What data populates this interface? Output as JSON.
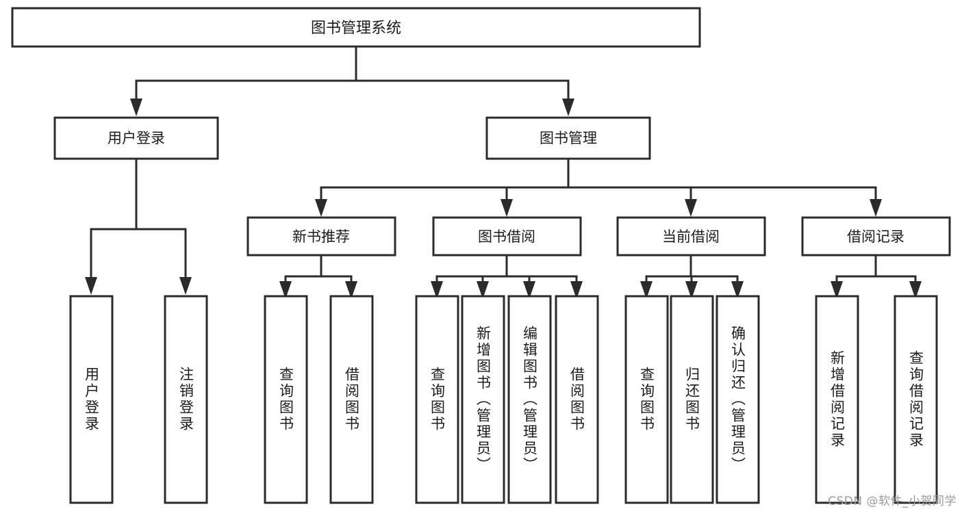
{
  "diagram": {
    "type": "tree-hierarchy",
    "title": "图书管理系统",
    "root": {
      "id": "root",
      "label": "图书管理系统",
      "orientation": "horizontal"
    },
    "level1": [
      {
        "id": "user-login",
        "label": "用户登录",
        "orientation": "horizontal"
      },
      {
        "id": "book-manage",
        "label": "图书管理",
        "orientation": "horizontal"
      }
    ],
    "level2": [
      {
        "id": "new-book-recommend",
        "label": "新书推荐",
        "parent": "book-manage",
        "orientation": "horizontal"
      },
      {
        "id": "book-borrow",
        "label": "图书借阅",
        "parent": "book-manage",
        "orientation": "horizontal"
      },
      {
        "id": "current-borrow",
        "label": "当前借阅",
        "parent": "book-manage",
        "orientation": "horizontal"
      },
      {
        "id": "borrow-record",
        "label": "借阅记录",
        "parent": "book-manage",
        "orientation": "horizontal"
      }
    ],
    "leaves": [
      {
        "id": "leaf-user-login",
        "label": "用户登录",
        "parent": "user-login",
        "orientation": "vertical"
      },
      {
        "id": "leaf-logout-login",
        "label": "注销登录",
        "parent": "user-login",
        "orientation": "vertical"
      },
      {
        "id": "leaf-query-book-rec",
        "label": "查询图书",
        "parent": "new-book-recommend",
        "orientation": "vertical"
      },
      {
        "id": "leaf-borrow-book-rec",
        "label": "借阅图书",
        "parent": "new-book-recommend",
        "orientation": "vertical"
      },
      {
        "id": "leaf-query-book-borrow",
        "label": "查询图书",
        "parent": "book-borrow",
        "orientation": "vertical"
      },
      {
        "id": "leaf-add-book-admin",
        "label": "新增图书（管理员）",
        "parent": "book-borrow",
        "orientation": "vertical"
      },
      {
        "id": "leaf-edit-book-admin",
        "label": "编辑图书（管理员）",
        "parent": "book-borrow",
        "orientation": "vertical"
      },
      {
        "id": "leaf-borrow-book",
        "label": "借阅图书",
        "parent": "book-borrow",
        "orientation": "vertical"
      },
      {
        "id": "leaf-query-book-current",
        "label": "查询图书",
        "parent": "current-borrow",
        "orientation": "vertical"
      },
      {
        "id": "leaf-return-book",
        "label": "归还图书",
        "parent": "current-borrow",
        "orientation": "vertical"
      },
      {
        "id": "leaf-confirm-return-admin",
        "label": "确认归还（管理员）",
        "parent": "current-borrow",
        "orientation": "vertical"
      },
      {
        "id": "leaf-add-borrow-record",
        "label": "新增借阅记录",
        "parent": "borrow-record",
        "orientation": "vertical"
      },
      {
        "id": "leaf-query-borrow-record",
        "label": "查询借阅记录",
        "parent": "borrow-record",
        "orientation": "vertical"
      }
    ],
    "style": {
      "box_fill": "#ffffff",
      "box_stroke": "#2b2b2b",
      "connector_color": "#2b2b2b",
      "text_color": "#1b1b1b",
      "background": "#ffffff"
    }
  },
  "watermark": {
    "text": "CSDN @软件_小贺同学",
    "color": "#9a9a9a"
  }
}
